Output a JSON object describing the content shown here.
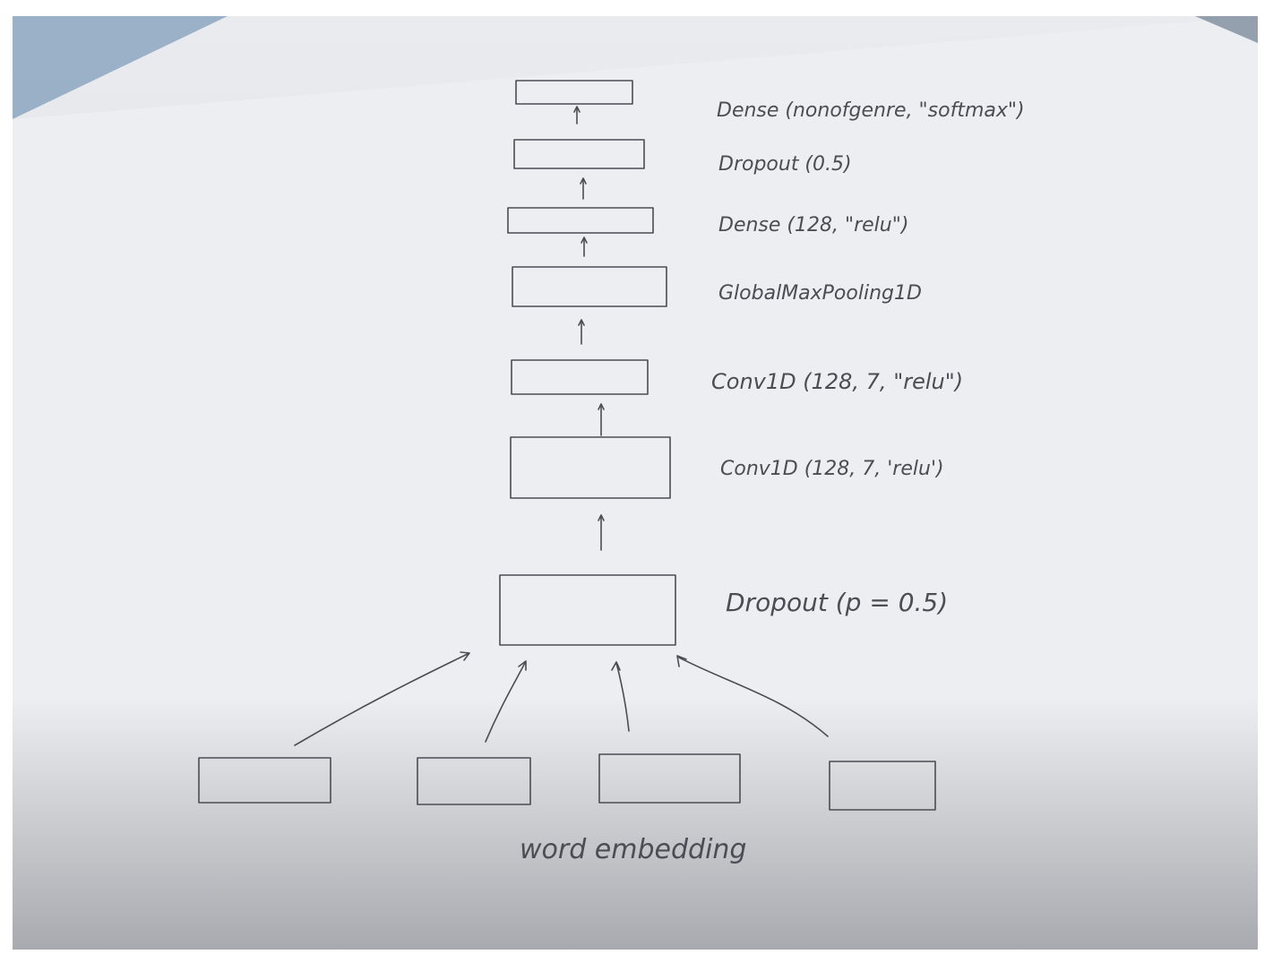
{
  "diagram": {
    "layers": [
      {
        "label": "Dense (nonofgenre, \"softmax\")"
      },
      {
        "label": "Dropout (0.5)"
      },
      {
        "label": "Dense (128, \"relu\")"
      },
      {
        "label": "GlobalMaxPooling1D"
      },
      {
        "label": "Conv1D (128, 7, \"relu\")"
      },
      {
        "label": "Conv1D (128, 7, 'relu')"
      },
      {
        "label": "Dropout (p = 0.5)"
      }
    ],
    "input_label": "word embedding",
    "colors": {
      "ink": "#4a4d54",
      "paper": "#e4e6ea",
      "shadow": "#7d8086"
    }
  }
}
